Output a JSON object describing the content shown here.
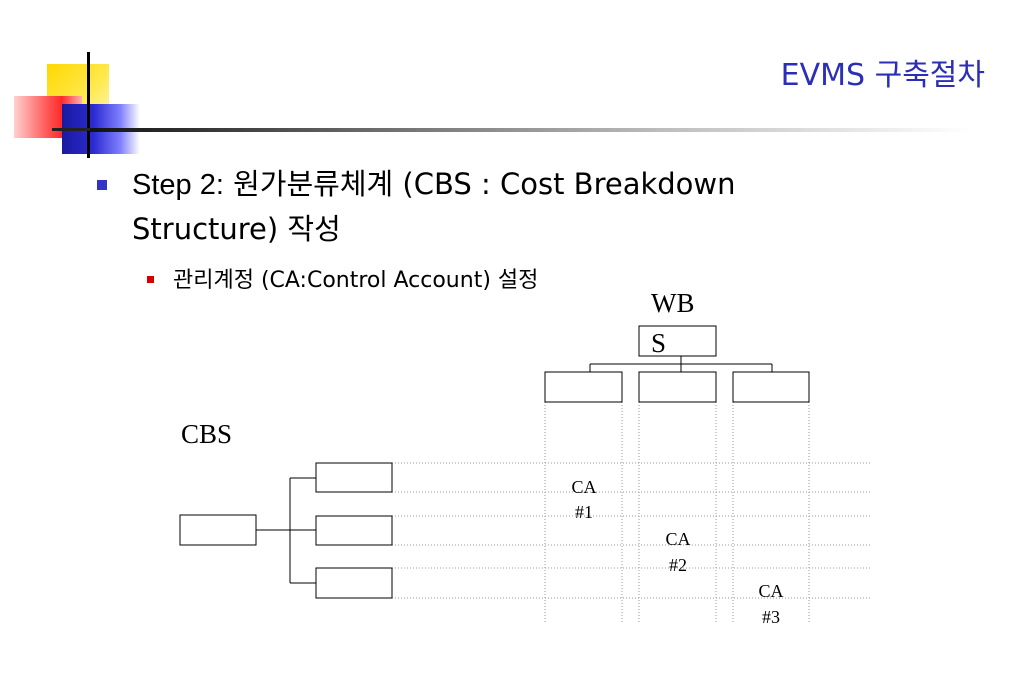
{
  "header": {
    "title": "EVMS 구축절차"
  },
  "content": {
    "step_label": "Step 2:",
    "step_text": " 원가분류체계 (CBS : Cost Breakdown Structure) 작성",
    "sub_item": "관리계정 (CA:Control Account) 설정"
  },
  "diagram": {
    "wbs_label_line1": "WB",
    "wbs_label_line2": "S",
    "cbs_label": "CBS",
    "control_accounts": [
      {
        "line1": "CA",
        "line2": "#1"
      },
      {
        "line1": "CA",
        "line2": "#2"
      },
      {
        "line1": "CA",
        "line2": "#3"
      }
    ]
  }
}
